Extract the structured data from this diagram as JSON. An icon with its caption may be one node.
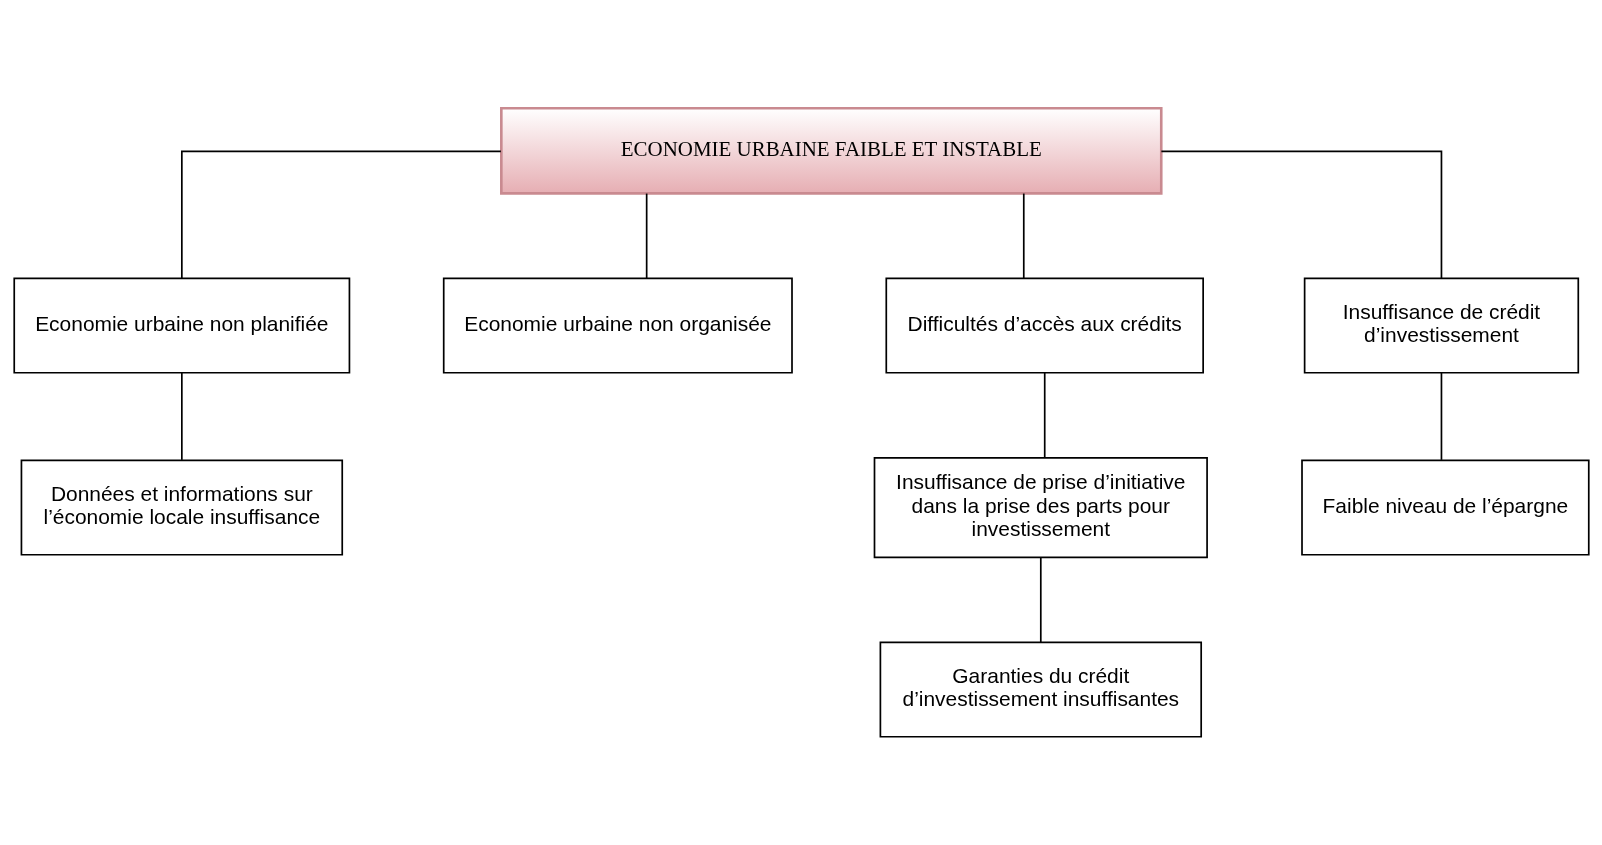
{
  "diagram": {
    "nodes": [
      {
        "text": [
          "ECONOMIE URBAINE FAIBLE ET INSTABLE"
        ]
      },
      {
        "text": [
          "Economie urbaine non planifiée"
        ]
      },
      {
        "text": [
          "Economie urbaine non organisée"
        ]
      },
      {
        "text": [
          "Difficultés d’accès aux crédits"
        ]
      },
      {
        "text": [
          "Insuffisance de crédit d’investissement"
        ]
      },
      {
        "text": [
          "Données et informations sur l’économie locale insuffisance"
        ]
      },
      {
        "text": [
          "Insuffisance de prise d’initiative dans la prise des parts pour investissement"
        ]
      },
      {
        "text": [
          "Faible niveau de l’épargne"
        ]
      },
      {
        "text": [
          "Garanties du crédit d’investissement insuffisantes"
        ]
      }
    ],
    "edges": [
      {
        "from": 0,
        "to": 1,
        "arrow": "none"
      },
      {
        "from": 0,
        "to": 2,
        "arrow": "none"
      },
      {
        "from": 0,
        "to": 3,
        "arrow": "none"
      },
      {
        "from": 0,
        "to": 4,
        "arrow": "none"
      },
      {
        "from": 1,
        "to": 5,
        "arrow": "none"
      },
      {
        "from": 3,
        "to": 6,
        "arrow": "none"
      },
      {
        "from": 4,
        "to": 7,
        "arrow": "none"
      },
      {
        "from": 6,
        "to": 8,
        "arrow": "none"
      }
    ]
  }
}
